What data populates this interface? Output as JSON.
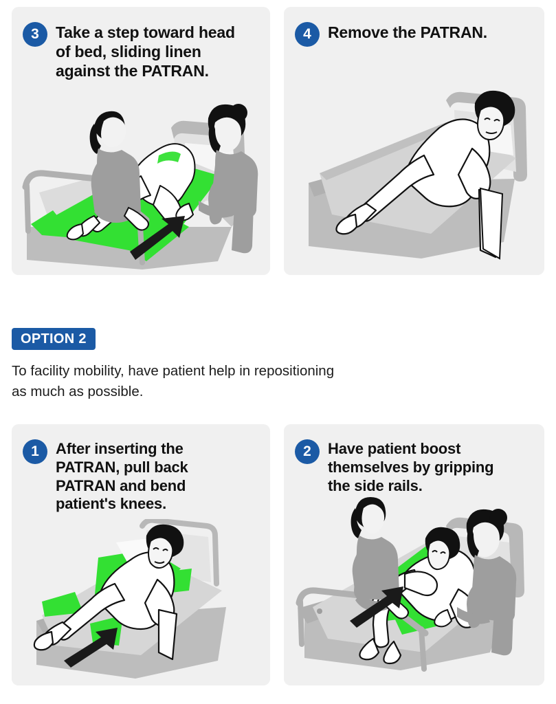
{
  "doc": {
    "title": "PATRAN patient repositioning instructions",
    "page_background": "#ffffff",
    "card_background": "#f0f0f0",
    "accent_blue": "#1b5aa5",
    "patran_green": "#33e033",
    "arrow_black": "#1a1a1a",
    "bed_gray": "#bdbdbd",
    "rail_gray": "#b0b0b0"
  },
  "option1_steps": [
    {
      "number": "3",
      "text": "Take a step toward head\nof bed, sliding linen\nagainst the PATRAN.",
      "illustration": "caregivers-sliding-patient-on-green-patran-toward-head-of-bed",
      "has_patran": true,
      "has_arrow": true,
      "figure_count": 3
    },
    {
      "number": "4",
      "text": "Remove the PATRAN.",
      "illustration": "patient-reclining-on-bed-patran-removed",
      "has_patran": false,
      "has_arrow": false,
      "figure_count": 1
    }
  ],
  "option": {
    "badge_label": "OPTION 2",
    "description": "To facility mobility, have patient help in repositioning\nas much as possible."
  },
  "option2_steps": [
    {
      "number": "1",
      "text": "After inserting the\nPATRAN, pull back\nPATRAN and bend\npatient's knees.",
      "illustration": "patient-with-bent-knees-on-green-patran-pull-back-arrow",
      "has_patran": true,
      "has_arrow": true,
      "figure_count": 1
    },
    {
      "number": "2",
      "text": "Have patient boost\nthemselves by gripping\nthe side rails.",
      "illustration": "two-caregivers-assist-patient-boosting-with-side-rails",
      "has_patran": true,
      "has_arrow": true,
      "figure_count": 3
    }
  ]
}
